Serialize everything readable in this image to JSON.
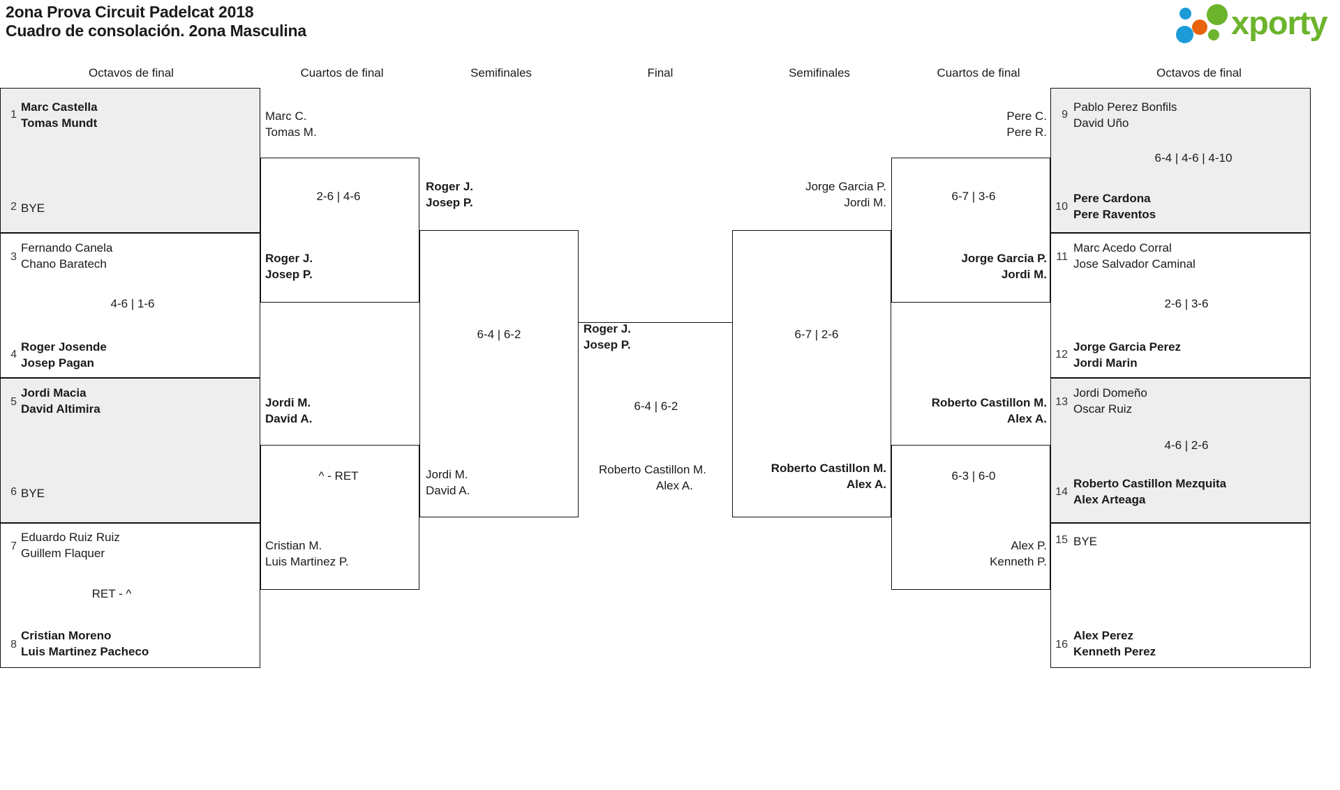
{
  "header": {
    "title_line1": "2ona Prova Circuit Padelcat 2018",
    "title_line2": "Cuadro de consolación. 2ona Masculina",
    "logo_text": "xporty",
    "logo_colors": {
      "green": "#6cb42c",
      "blue": "#1b9bd8",
      "orange": "#e8630a"
    }
  },
  "round_labels": {
    "left_r16": "Octavos de final",
    "left_qf": "Cuartos de final",
    "left_sf": "Semifinales",
    "final": "Final",
    "right_sf": "Semifinales",
    "right_qf": "Cuartos de final",
    "right_r16": "Octavos de final"
  },
  "bracket": {
    "left_r16": [
      {
        "seed_top": "1",
        "team_top": [
          "Marc Castella",
          "Tomas Mundt"
        ],
        "top_winner": true,
        "seed_bottom": "2",
        "team_bottom": [
          "BYE"
        ],
        "bottom_winner": false,
        "score": "",
        "shade": "grey"
      },
      {
        "seed_top": "3",
        "team_top": [
          "Fernando Canela",
          "Chano Baratech"
        ],
        "top_winner": false,
        "seed_bottom": "4",
        "team_bottom": [
          "Roger Josende",
          "Josep Pagan"
        ],
        "bottom_winner": true,
        "score": "4-6 | 1-6",
        "shade": "white"
      },
      {
        "seed_top": "5",
        "team_top": [
          "Jordi Macia",
          "David Altimira"
        ],
        "top_winner": true,
        "seed_bottom": "6",
        "team_bottom": [
          "BYE"
        ],
        "bottom_winner": false,
        "score": "",
        "shade": "grey"
      },
      {
        "seed_top": "7",
        "team_top": [
          "Eduardo Ruiz Ruiz",
          "Guillem Flaquer"
        ],
        "top_winner": false,
        "seed_bottom": "8",
        "team_bottom": [
          "Cristian Moreno",
          "Luis Martinez Pacheco"
        ],
        "bottom_winner": true,
        "score": "RET - ^",
        "shade": "white"
      }
    ],
    "left_qf": [
      {
        "team_top": [
          "Marc C.",
          "Tomas M."
        ],
        "top_winner": false,
        "team_bottom": [
          "Roger J.",
          "Josep P."
        ],
        "bottom_winner": true,
        "score": "2-6 | 4-6"
      },
      {
        "team_top": [
          "Jordi M.",
          "David A."
        ],
        "top_winner": true,
        "team_bottom": [
          "Cristian M.",
          "Luis Martinez P."
        ],
        "bottom_winner": false,
        "score": "^ - RET"
      }
    ],
    "left_sf": [
      {
        "team_top": [
          "Roger J.",
          "Josep P."
        ],
        "top_winner": true,
        "team_bottom": [
          "Jordi M.",
          "David A."
        ],
        "bottom_winner": false,
        "score": "6-4 | 6-2"
      }
    ],
    "final": {
      "team_top": [
        "Roger J.",
        "Josep P."
      ],
      "top_winner": true,
      "team_bottom": [
        "Roberto Castillon M.",
        "Alex A."
      ],
      "bottom_winner": false,
      "score": "6-4 | 6-2"
    },
    "right_sf": [
      {
        "team_top": [
          "Jorge Garcia P.",
          "Jordi M."
        ],
        "top_winner": false,
        "team_bottom": [
          "Roberto Castillon M.",
          "Alex A."
        ],
        "bottom_winner": true,
        "score": "6-7 | 2-6"
      }
    ],
    "right_qf": [
      {
        "team_top": [
          "Pere C.",
          "Pere R."
        ],
        "top_winner": false,
        "team_bottom": [
          "Jorge Garcia P.",
          "Jordi M."
        ],
        "bottom_winner": true,
        "score": "6-7 | 3-6"
      },
      {
        "team_top": [
          "Roberto Castillon M.",
          "Alex A."
        ],
        "top_winner": true,
        "team_bottom": [
          "Alex P.",
          "Kenneth P."
        ],
        "bottom_winner": false,
        "score": "6-3 | 6-0"
      }
    ],
    "right_r16": [
      {
        "seed_top": "9",
        "team_top": [
          "Pablo Perez Bonfils",
          "David Uño"
        ],
        "top_winner": false,
        "seed_bottom": "10",
        "team_bottom": [
          "Pere Cardona",
          "Pere Raventos"
        ],
        "bottom_winner": true,
        "score": "6-4 | 4-6 | 4-10",
        "shade": "grey"
      },
      {
        "seed_top": "11",
        "team_top": [
          "Marc Acedo Corral",
          "Jose Salvador Caminal"
        ],
        "top_winner": false,
        "seed_bottom": "12",
        "team_bottom": [
          "Jorge Garcia Perez",
          "Jordi Marin"
        ],
        "bottom_winner": true,
        "score": "2-6 | 3-6",
        "shade": "white"
      },
      {
        "seed_top": "13",
        "team_top": [
          "Jordi Domeño",
          "Oscar Ruiz"
        ],
        "top_winner": false,
        "seed_bottom": "14",
        "team_bottom": [
          "Roberto Castillon Mezquita",
          "Alex Arteaga"
        ],
        "bottom_winner": true,
        "score": "4-6 | 2-6",
        "shade": "grey"
      },
      {
        "seed_top": "15",
        "team_top": [
          "BYE"
        ],
        "top_winner": false,
        "seed_bottom": "16",
        "team_bottom": [
          "Alex Perez",
          "Kenneth Perez"
        ],
        "bottom_winner": true,
        "score": "",
        "shade": "white"
      }
    ]
  }
}
